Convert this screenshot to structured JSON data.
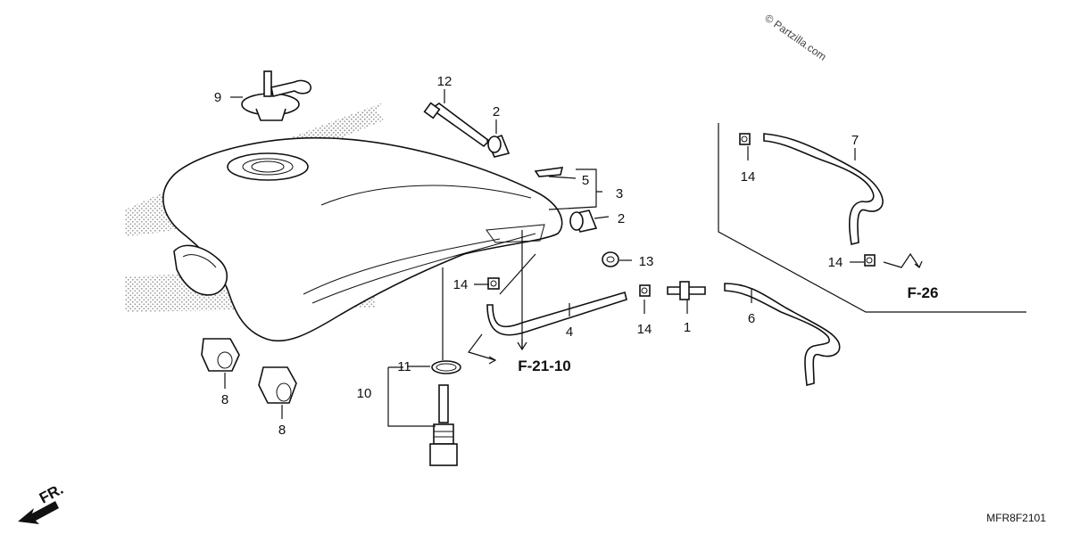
{
  "watermark": "© Partzilla.com",
  "diagram_code": "MFR8F2101",
  "front_arrow_label": "FR.",
  "references": {
    "f21": "F-21-10",
    "f26": "F-26"
  },
  "callouts": {
    "c1": "1",
    "c2a": "2",
    "c2b": "2",
    "c3": "3",
    "c4": "4",
    "c5": "5",
    "c6": "6",
    "c7": "7",
    "c8a": "8",
    "c8b": "8",
    "c9": "9",
    "c10": "10",
    "c11": "11",
    "c12": "12",
    "c13": "13",
    "c14a": "14",
    "c14b": "14",
    "c14c": "14",
    "c14d": "14"
  }
}
